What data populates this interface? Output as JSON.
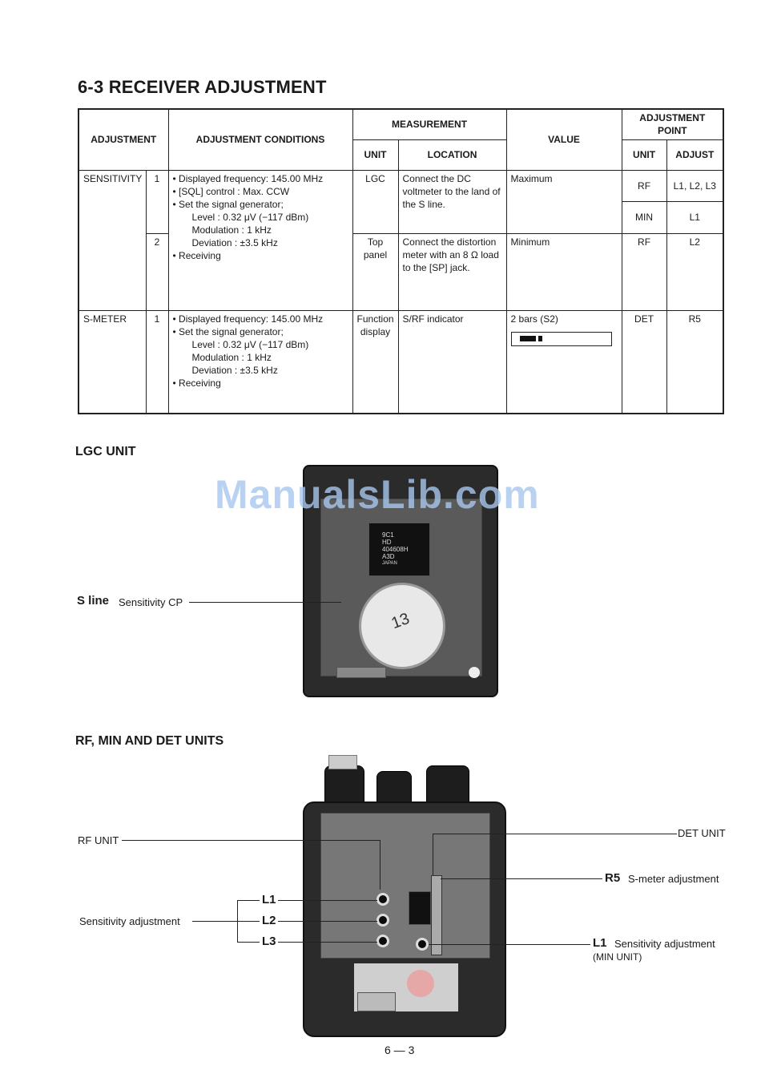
{
  "section_title": "6-3  RECEIVER ADJUSTMENT",
  "table": {
    "headers": {
      "adjustment": "ADJUSTMENT",
      "conditions": "ADJUSTMENT CONDITIONS",
      "measurement": "MEASUREMENT",
      "m_unit": "UNIT",
      "m_location": "LOCATION",
      "value": "VALUE",
      "adj_point": "ADJUSTMENT POINT",
      "ap_unit": "UNIT",
      "ap_adjust": "ADJUST"
    },
    "sensitivity": {
      "name": "SENSITIVITY",
      "step1": "1",
      "cond": {
        "l1": "• Displayed frequency: 145.00 MHz",
        "l2": "• [SQL] control        : Max. CCW",
        "l3": "• Set the signal generator;",
        "l4": "Level         : 0.32 μV (−117 dBm)",
        "l5": "Modulation : 1 kHz",
        "l6": "Deviation   : ±3.5 kHz",
        "l7": "• Receiving"
      },
      "r1_unit": "LGC",
      "r1_location": "Connect the DC voltmeter to the land of the S line.",
      "r1_value": "Maximum",
      "r1a_unit": "RF",
      "r1a_adjust": "L1, L2, L3",
      "r1b_unit": "MIN",
      "r1b_adjust": "L1",
      "step2": "2",
      "r2_unit": "Top panel",
      "r2_location": "Connect the distortion meter with an 8 Ω load to the [SP] jack.",
      "r2_value": "Minimum",
      "r2_ap_unit": "RF",
      "r2_ap_adjust": "L2"
    },
    "smeter": {
      "name": "S-METER",
      "step1": "1",
      "cond": {
        "l1": "• Displayed frequency: 145.00 MHz",
        "l2": "• Set the signal generator;",
        "l3": "Level         : 0.32 μV (−117 dBm)",
        "l4": "Modulation : 1 kHz",
        "l5": "Deviation   : ±3.5 kHz",
        "l6": "• Receiving"
      },
      "unit": "Function display",
      "location": "S/RF indicator",
      "value": "2 bars (S2)",
      "meter_bars": 2,
      "ap_unit": "DET",
      "ap_adjust": "R5"
    }
  },
  "lgc": {
    "title": "LGC UNIT",
    "watermark": "ManualsLib.com",
    "s_line": "S line",
    "s_line_desc": "Sensitivity CP",
    "chip_text_1": "9C1",
    "chip_text_2": "HD",
    "chip_text_3": "404608H",
    "chip_text_4": "A3D",
    "chip_text_5": "JAPAN",
    "speaker_label": "13"
  },
  "rf": {
    "title": "RF, MIN AND DET UNITS",
    "rf_unit": "RF UNIT",
    "det_unit": "DET UNIT",
    "r5": "R5",
    "r5_desc": "S-meter adjustment",
    "l1": "L1",
    "l2": "L2",
    "l3": "L3",
    "sens_adj": "Sensitivity adjustment",
    "l1_right": "L1",
    "l1_right_desc": "Sensitivity adjustment",
    "min_unit": "(MIN UNIT)"
  },
  "page_number": "6 — 3"
}
